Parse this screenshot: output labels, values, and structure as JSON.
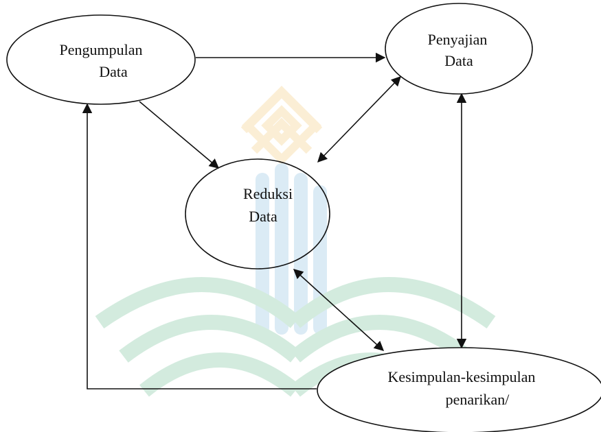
{
  "colors": {
    "stroke": "#111111",
    "background": "#ffffff",
    "watermark_gold": "#f3c46a",
    "watermark_green": "#63b98d",
    "watermark_blue": "#82b8de"
  },
  "nodes": {
    "pengumpulan": {
      "line1": "Pengumpulan",
      "line2": "Data"
    },
    "penyajian": {
      "line1": "Penyajian",
      "line2": "Data"
    },
    "reduksi": {
      "line1": "Reduksi",
      "line2": "Data"
    },
    "kesimpulan": {
      "line1": "Kesimpulan-kesimpulan",
      "line2": "penarikan/"
    }
  },
  "watermark": {
    "icon": "university-logo-watermark"
  }
}
